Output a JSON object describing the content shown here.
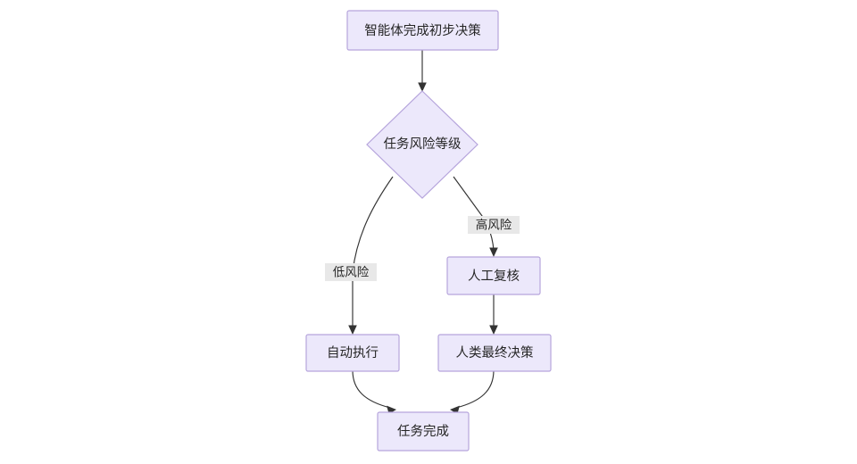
{
  "diagram": {
    "type": "flowchart",
    "direction": "top-down",
    "background_color": "#ffffff",
    "node_fill_color": "#ECE8FB",
    "node_stroke_color": "#B6A5DC",
    "edge_color": "#333333",
    "edge_label_bg_color": "#e8e8e8",
    "text_color": "#262626",
    "nodes": [
      {
        "id": "start",
        "shape": "rect",
        "label": "智能体完成初步决策"
      },
      {
        "id": "decision",
        "shape": "diamond",
        "label": "任务风险等级"
      },
      {
        "id": "review",
        "shape": "rect",
        "label": "人工复核"
      },
      {
        "id": "auto",
        "shape": "rect",
        "label": "自动执行"
      },
      {
        "id": "human",
        "shape": "rect",
        "label": "人类最终决策"
      },
      {
        "id": "done",
        "shape": "rect",
        "label": "任务完成"
      }
    ],
    "edges": [
      {
        "from": "start",
        "to": "decision",
        "label": ""
      },
      {
        "from": "decision",
        "to": "auto",
        "label": "低风险"
      },
      {
        "from": "decision",
        "to": "review",
        "label": "高风险"
      },
      {
        "from": "review",
        "to": "human",
        "label": ""
      },
      {
        "from": "auto",
        "to": "done",
        "label": ""
      },
      {
        "from": "human",
        "to": "done",
        "label": ""
      }
    ]
  }
}
